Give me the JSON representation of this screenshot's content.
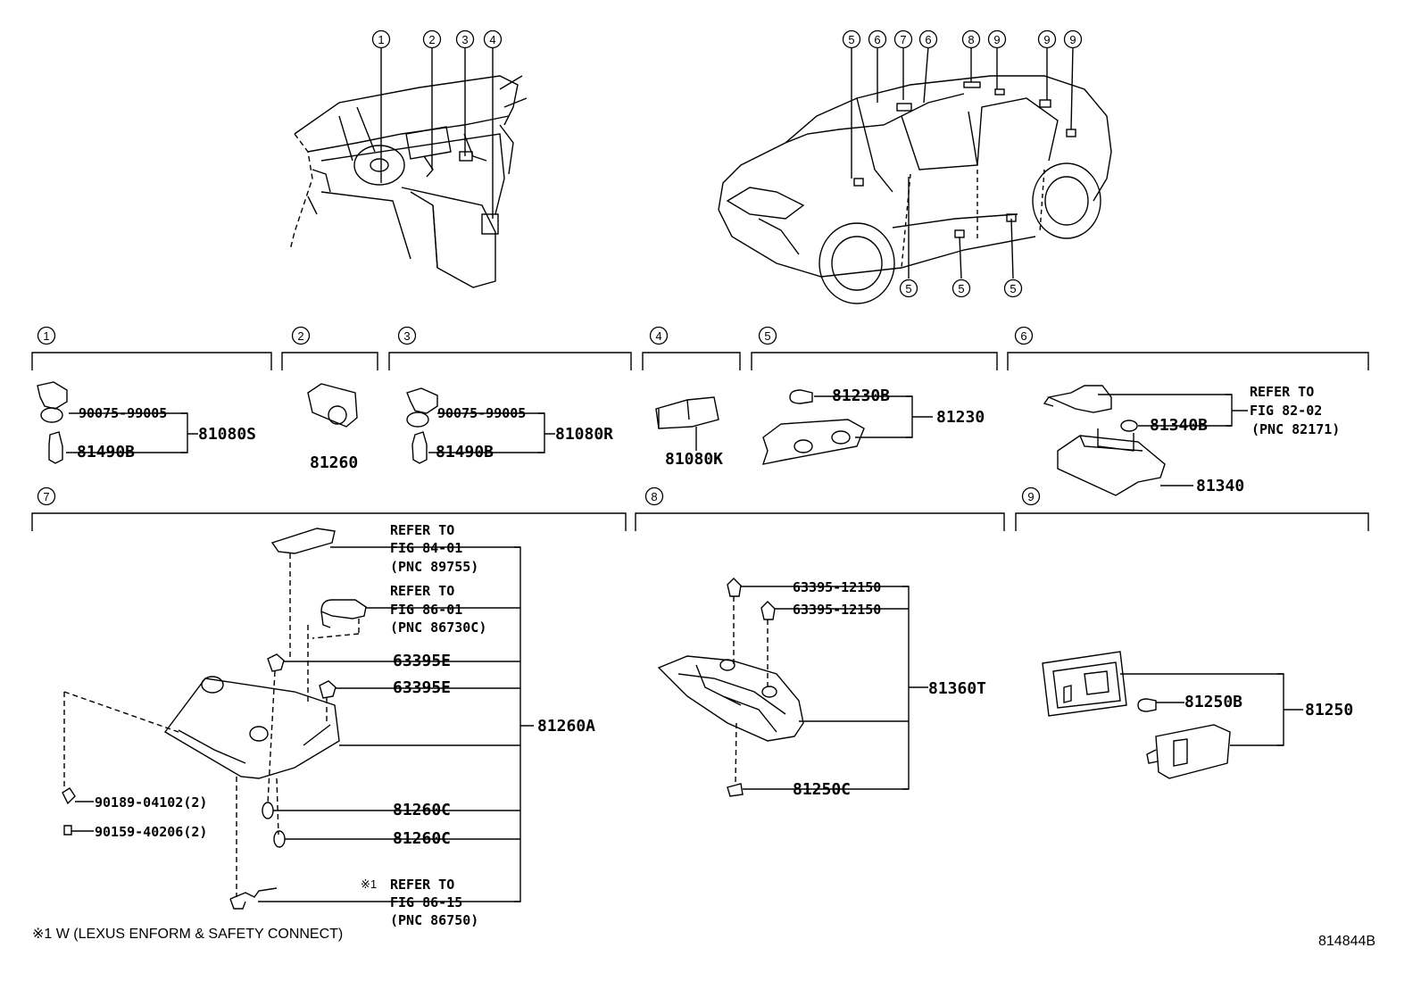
{
  "callouts_top_interior": [
    "1",
    "2",
    "3",
    "4"
  ],
  "callouts_top_vehicle": [
    "5",
    "6",
    "7",
    "6",
    "8",
    "9",
    "9",
    "9"
  ],
  "callouts_bottom_vehicle": [
    "5",
    "5",
    "5"
  ],
  "sections": {
    "s1": {
      "num": "1",
      "parts": {
        "socket": "90075-99005",
        "bulb": "81490B",
        "assy": "81080S"
      }
    },
    "s2": {
      "num": "2",
      "parts": {
        "assy": "81260"
      }
    },
    "s3": {
      "num": "3",
      "parts": {
        "socket": "90075-99005",
        "bulb": "81490B",
        "assy": "81080R"
      }
    },
    "s4": {
      "num": "4",
      "parts": {
        "assy": "81080K"
      }
    },
    "s5": {
      "num": "5",
      "parts": {
        "bulb": "81230B",
        "assy": "81230"
      }
    },
    "s6": {
      "num": "6",
      "parts": {
        "bulb": "81340B",
        "lens": "81340",
        "ref1": "REFER TO",
        "ref2": "FIG 82-02",
        "ref3": "(PNC 82171)"
      }
    },
    "s7": {
      "num": "7",
      "parts": {
        "ref_a1": "REFER TO",
        "ref_a2": "FIG 84-01",
        "ref_a3": "(PNC 89755)",
        "ref_b1": "REFER TO",
        "ref_b2": "FIG 86-01",
        "ref_b3": "(PNC 86730C)",
        "clip1": "63395E",
        "clip2": "63395E",
        "assy": "81260A",
        "screw1": "90189-04102(2)",
        "screw2": "90159-40206(2)",
        "bulb1": "81260C",
        "bulb2": "81260C",
        "ref_c_mark": "※1",
        "ref_c1": "REFER TO",
        "ref_c2": "FIG 86-15",
        "ref_c3": "(PNC 86750)"
      }
    },
    "s8": {
      "num": "8",
      "parts": {
        "clip1": "63395-12150",
        "clip2": "63395-12150",
        "assy": "81360T",
        "bulb": "81250C"
      }
    },
    "s9": {
      "num": "9",
      "parts": {
        "bulb": "81250B",
        "assy": "81250"
      }
    }
  },
  "footnote": "※1  W (LEXUS ENFORM & SAFETY CONNECT)",
  "figure_code": "814844B"
}
